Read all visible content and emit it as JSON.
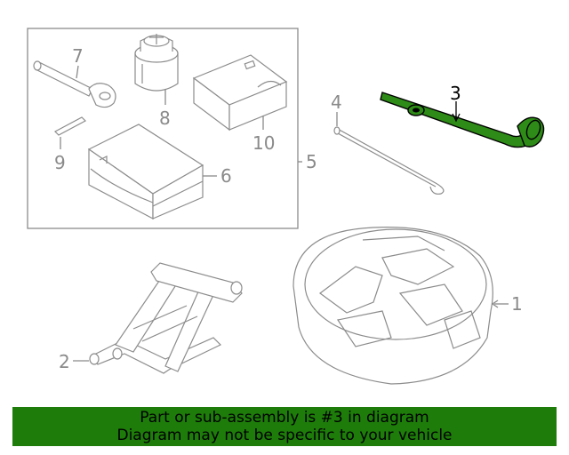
{
  "callouts": {
    "c1": "1",
    "c2": "2",
    "c3": "3",
    "c4": "4",
    "c5": "5",
    "c6": "6",
    "c7": "7",
    "c8": "8",
    "c9": "9",
    "c10": "10"
  },
  "highlight_color": "#2e8b17",
  "banner": {
    "line1": "Part or sub-assembly is #3 in diagram",
    "line2": "Diagram may not be specific to your vehicle",
    "background": "#1e7d0a"
  }
}
